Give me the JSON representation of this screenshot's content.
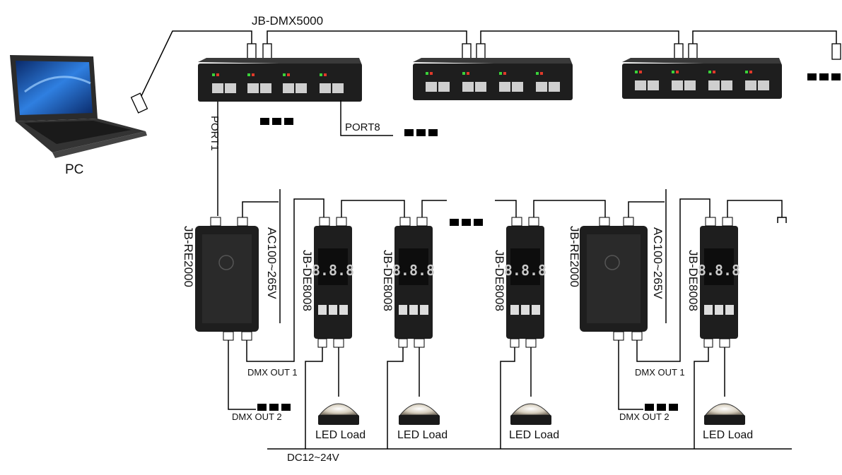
{
  "title": "JB-DMX5000",
  "pc": {
    "label": "PC"
  },
  "splitter": {
    "port_first": "PORT1",
    "port_last": "PORT8"
  },
  "repeater": {
    "model": "JB-RE2000",
    "power": "AC100~265V",
    "out1": "DMX OUT 1",
    "out2": "DMX OUT 2"
  },
  "decoder": {
    "model": "JB-DE8008"
  },
  "load": {
    "label": "LED Load"
  },
  "supply": {
    "label": "DC12~24V"
  },
  "colors": {
    "device_body": "#1e1e1e",
    "device_face": "#2a2a2a",
    "wire": "#000000",
    "led_green": "#3ad23a",
    "led_red": "#e03a2a"
  }
}
